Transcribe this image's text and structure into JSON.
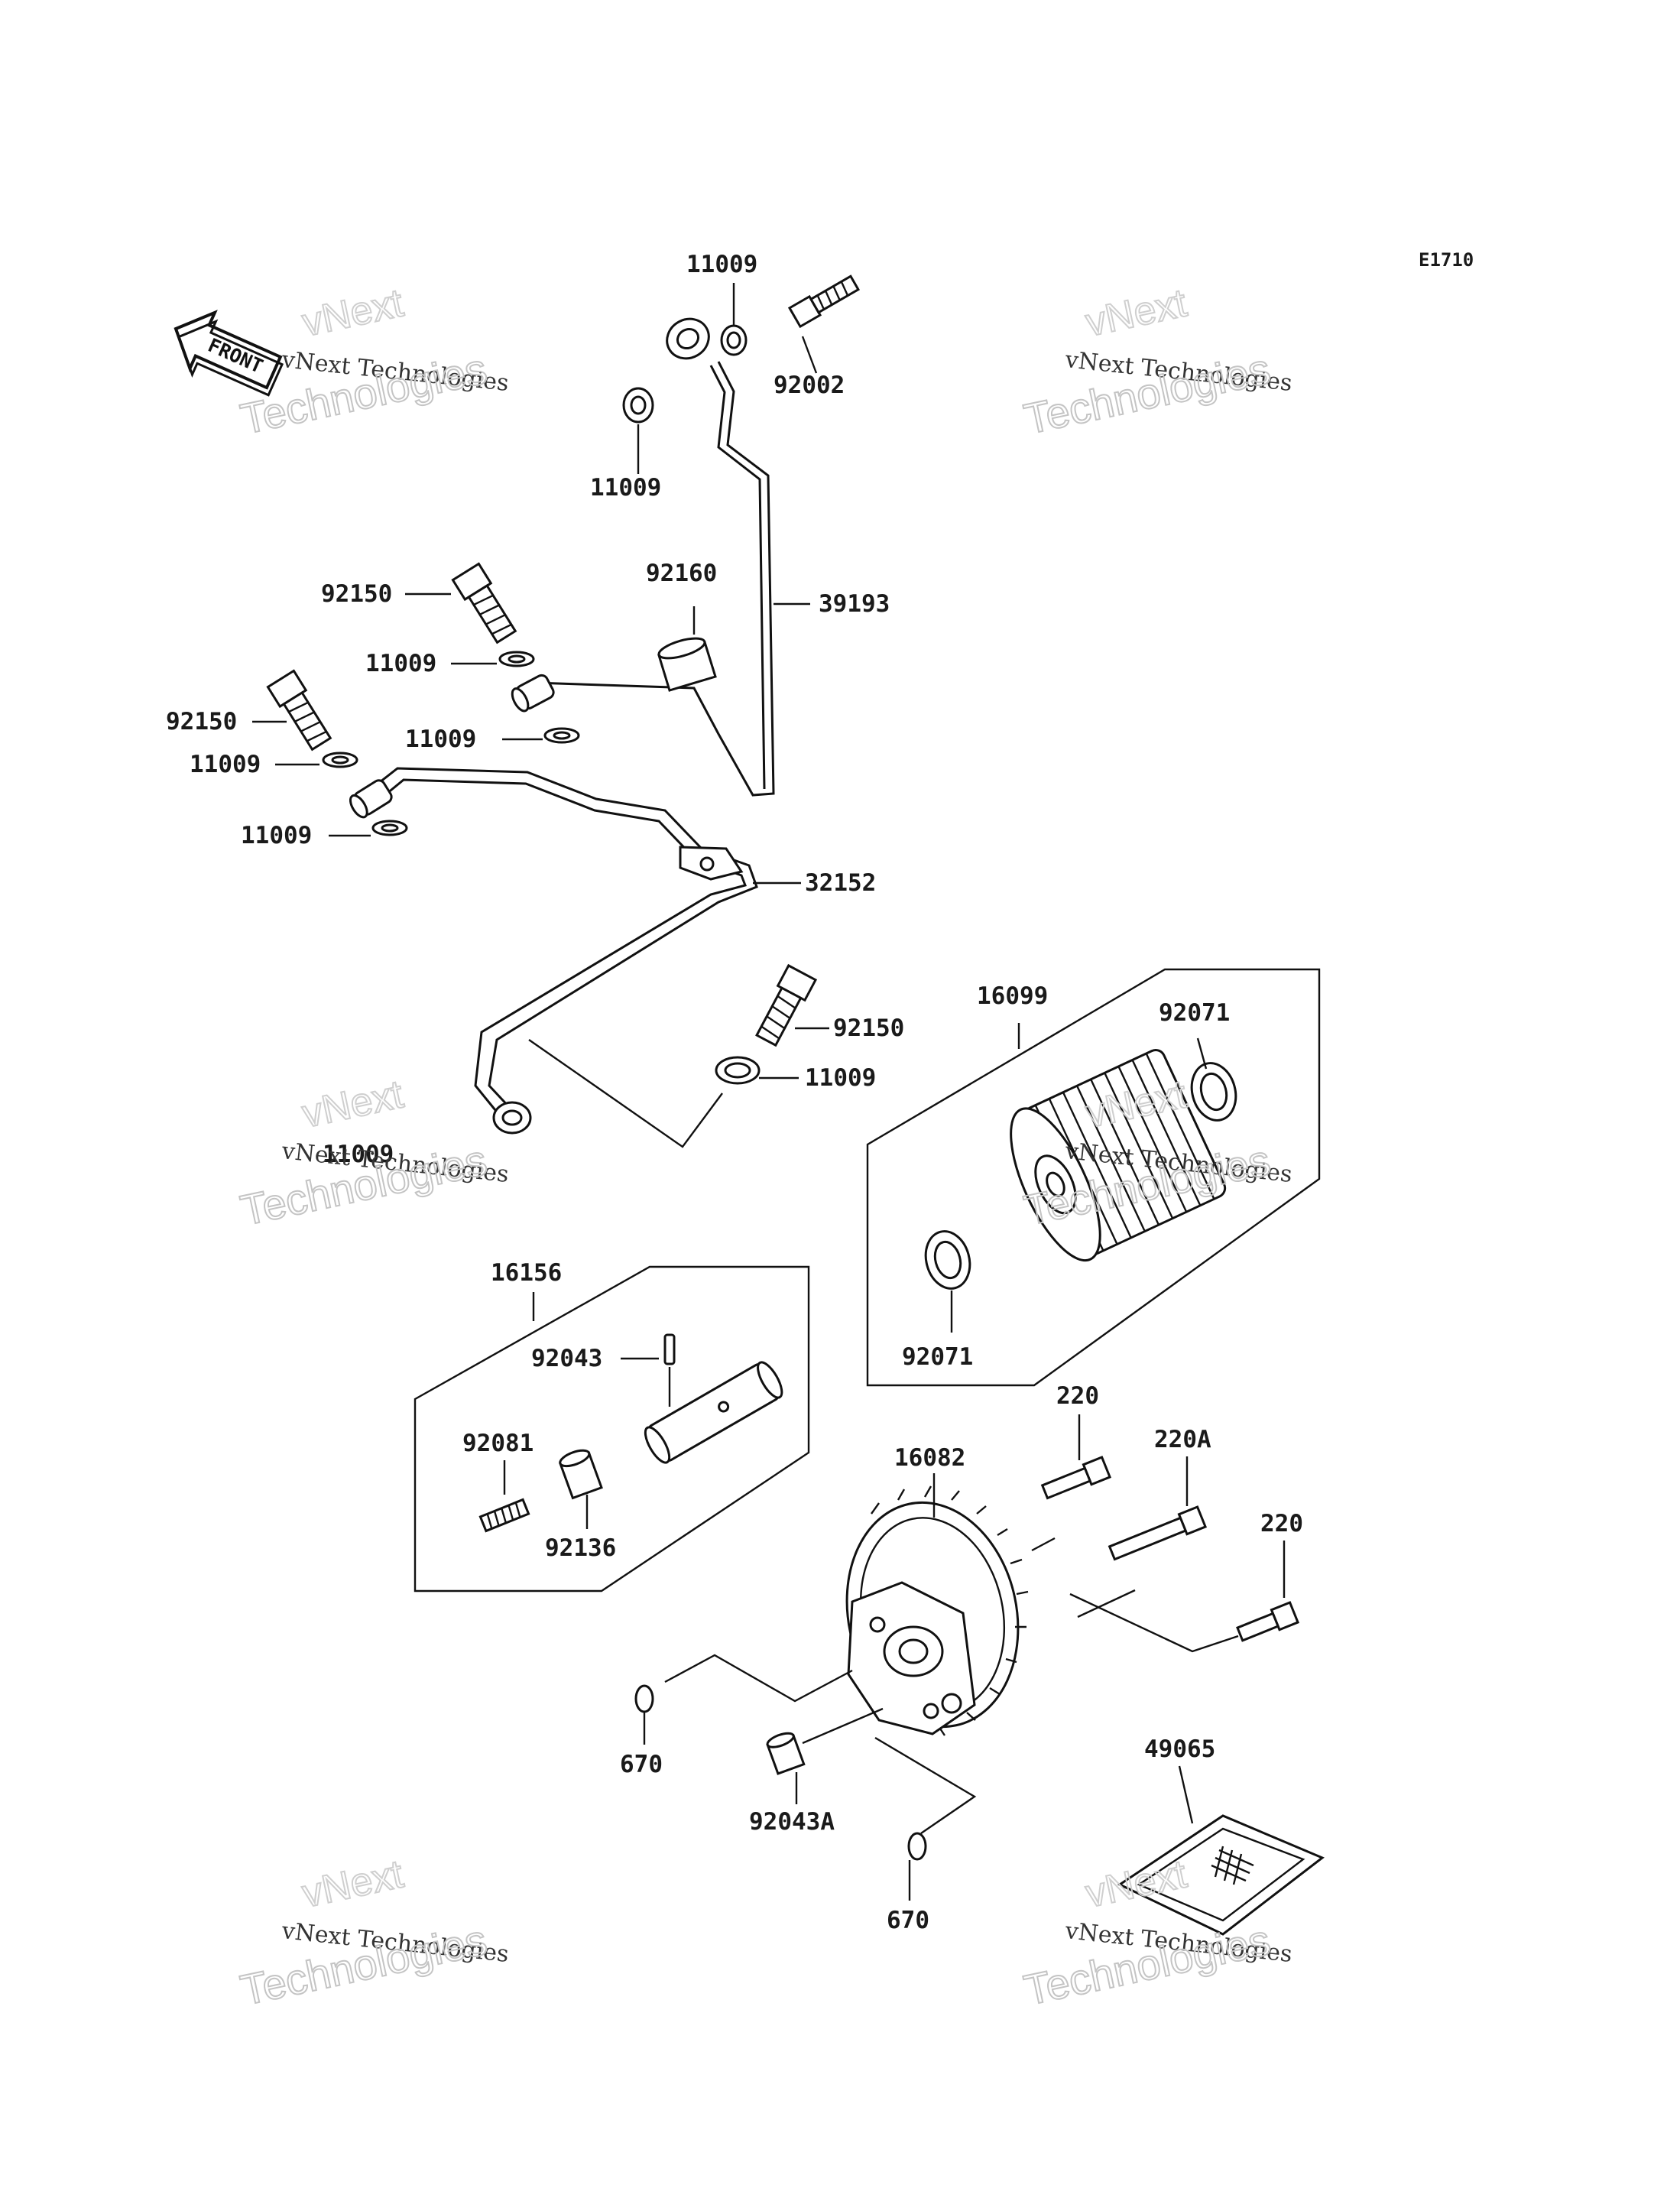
{
  "diagram": {
    "code": "E1710",
    "front_arrow_text": "FRONT",
    "watermarks": [
      {
        "line1": "vNext",
        "line2": "vNext Technologies",
        "line3": "Technologies"
      },
      {
        "line1": "vNext",
        "line2": "vNext Technologies",
        "line3": "Technologies"
      },
      {
        "line1": "vNext",
        "line2": "vNext Technologies",
        "line3": "Technologies"
      },
      {
        "line1": "vNext",
        "line2": "vNext Technologies",
        "line3": "Technologies"
      },
      {
        "line1": "vNext",
        "line2": "vNext Technologies",
        "line3": "Technologies"
      },
      {
        "line1": "vNext",
        "line2": "vNext Technologies",
        "line3": "Technologies"
      }
    ],
    "part_labels": [
      "11009",
      "92002",
      "11009",
      "92160",
      "39193",
      "92150",
      "11009",
      "92150",
      "11009",
      "11009",
      "11009",
      "32152",
      "92150",
      "11009",
      "11009",
      "16099",
      "92071",
      "92071",
      "16156",
      "92043",
      "92081",
      "92136",
      "220",
      "220A",
      "220",
      "16082",
      "670",
      "92043A",
      "670",
      "49065"
    ],
    "colors": {
      "ink": "#111111",
      "watermark": "#c4c4c4",
      "background": "#ffffff"
    }
  }
}
